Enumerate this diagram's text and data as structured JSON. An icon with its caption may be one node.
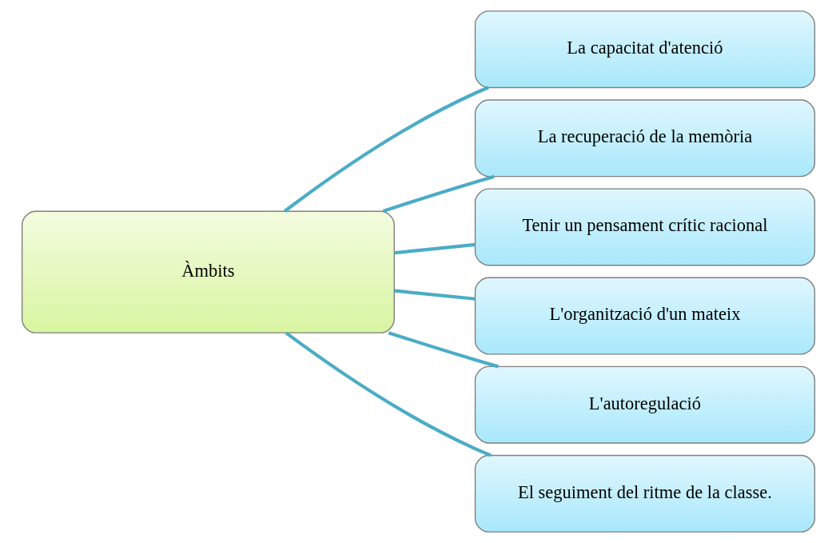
{
  "diagram": {
    "nodes": [
      {
        "text": [
          "Àmbits"
        ]
      },
      {
        "text": [
          "La capacitat d'atenció"
        ]
      },
      {
        "text": [
          "La recuperació de la memòria"
        ]
      },
      {
        "text": [
          "Tenir un pensament crític racional"
        ]
      },
      {
        "text": [
          "L'organització d'un mateix"
        ]
      },
      {
        "text": [
          "L'autoregulació"
        ]
      },
      {
        "text": [
          "El seguiment del ritme de la classe."
        ]
      }
    ],
    "edges": [
      {
        "from": 0,
        "to": 1,
        "arrow": "none"
      },
      {
        "from": 0,
        "to": 2,
        "arrow": "none"
      },
      {
        "from": 0,
        "to": 3,
        "arrow": "none"
      },
      {
        "from": 0,
        "to": 4,
        "arrow": "none"
      },
      {
        "from": 0,
        "to": 5,
        "arrow": "none"
      },
      {
        "from": 0,
        "to": 6,
        "arrow": "none"
      }
    ]
  }
}
